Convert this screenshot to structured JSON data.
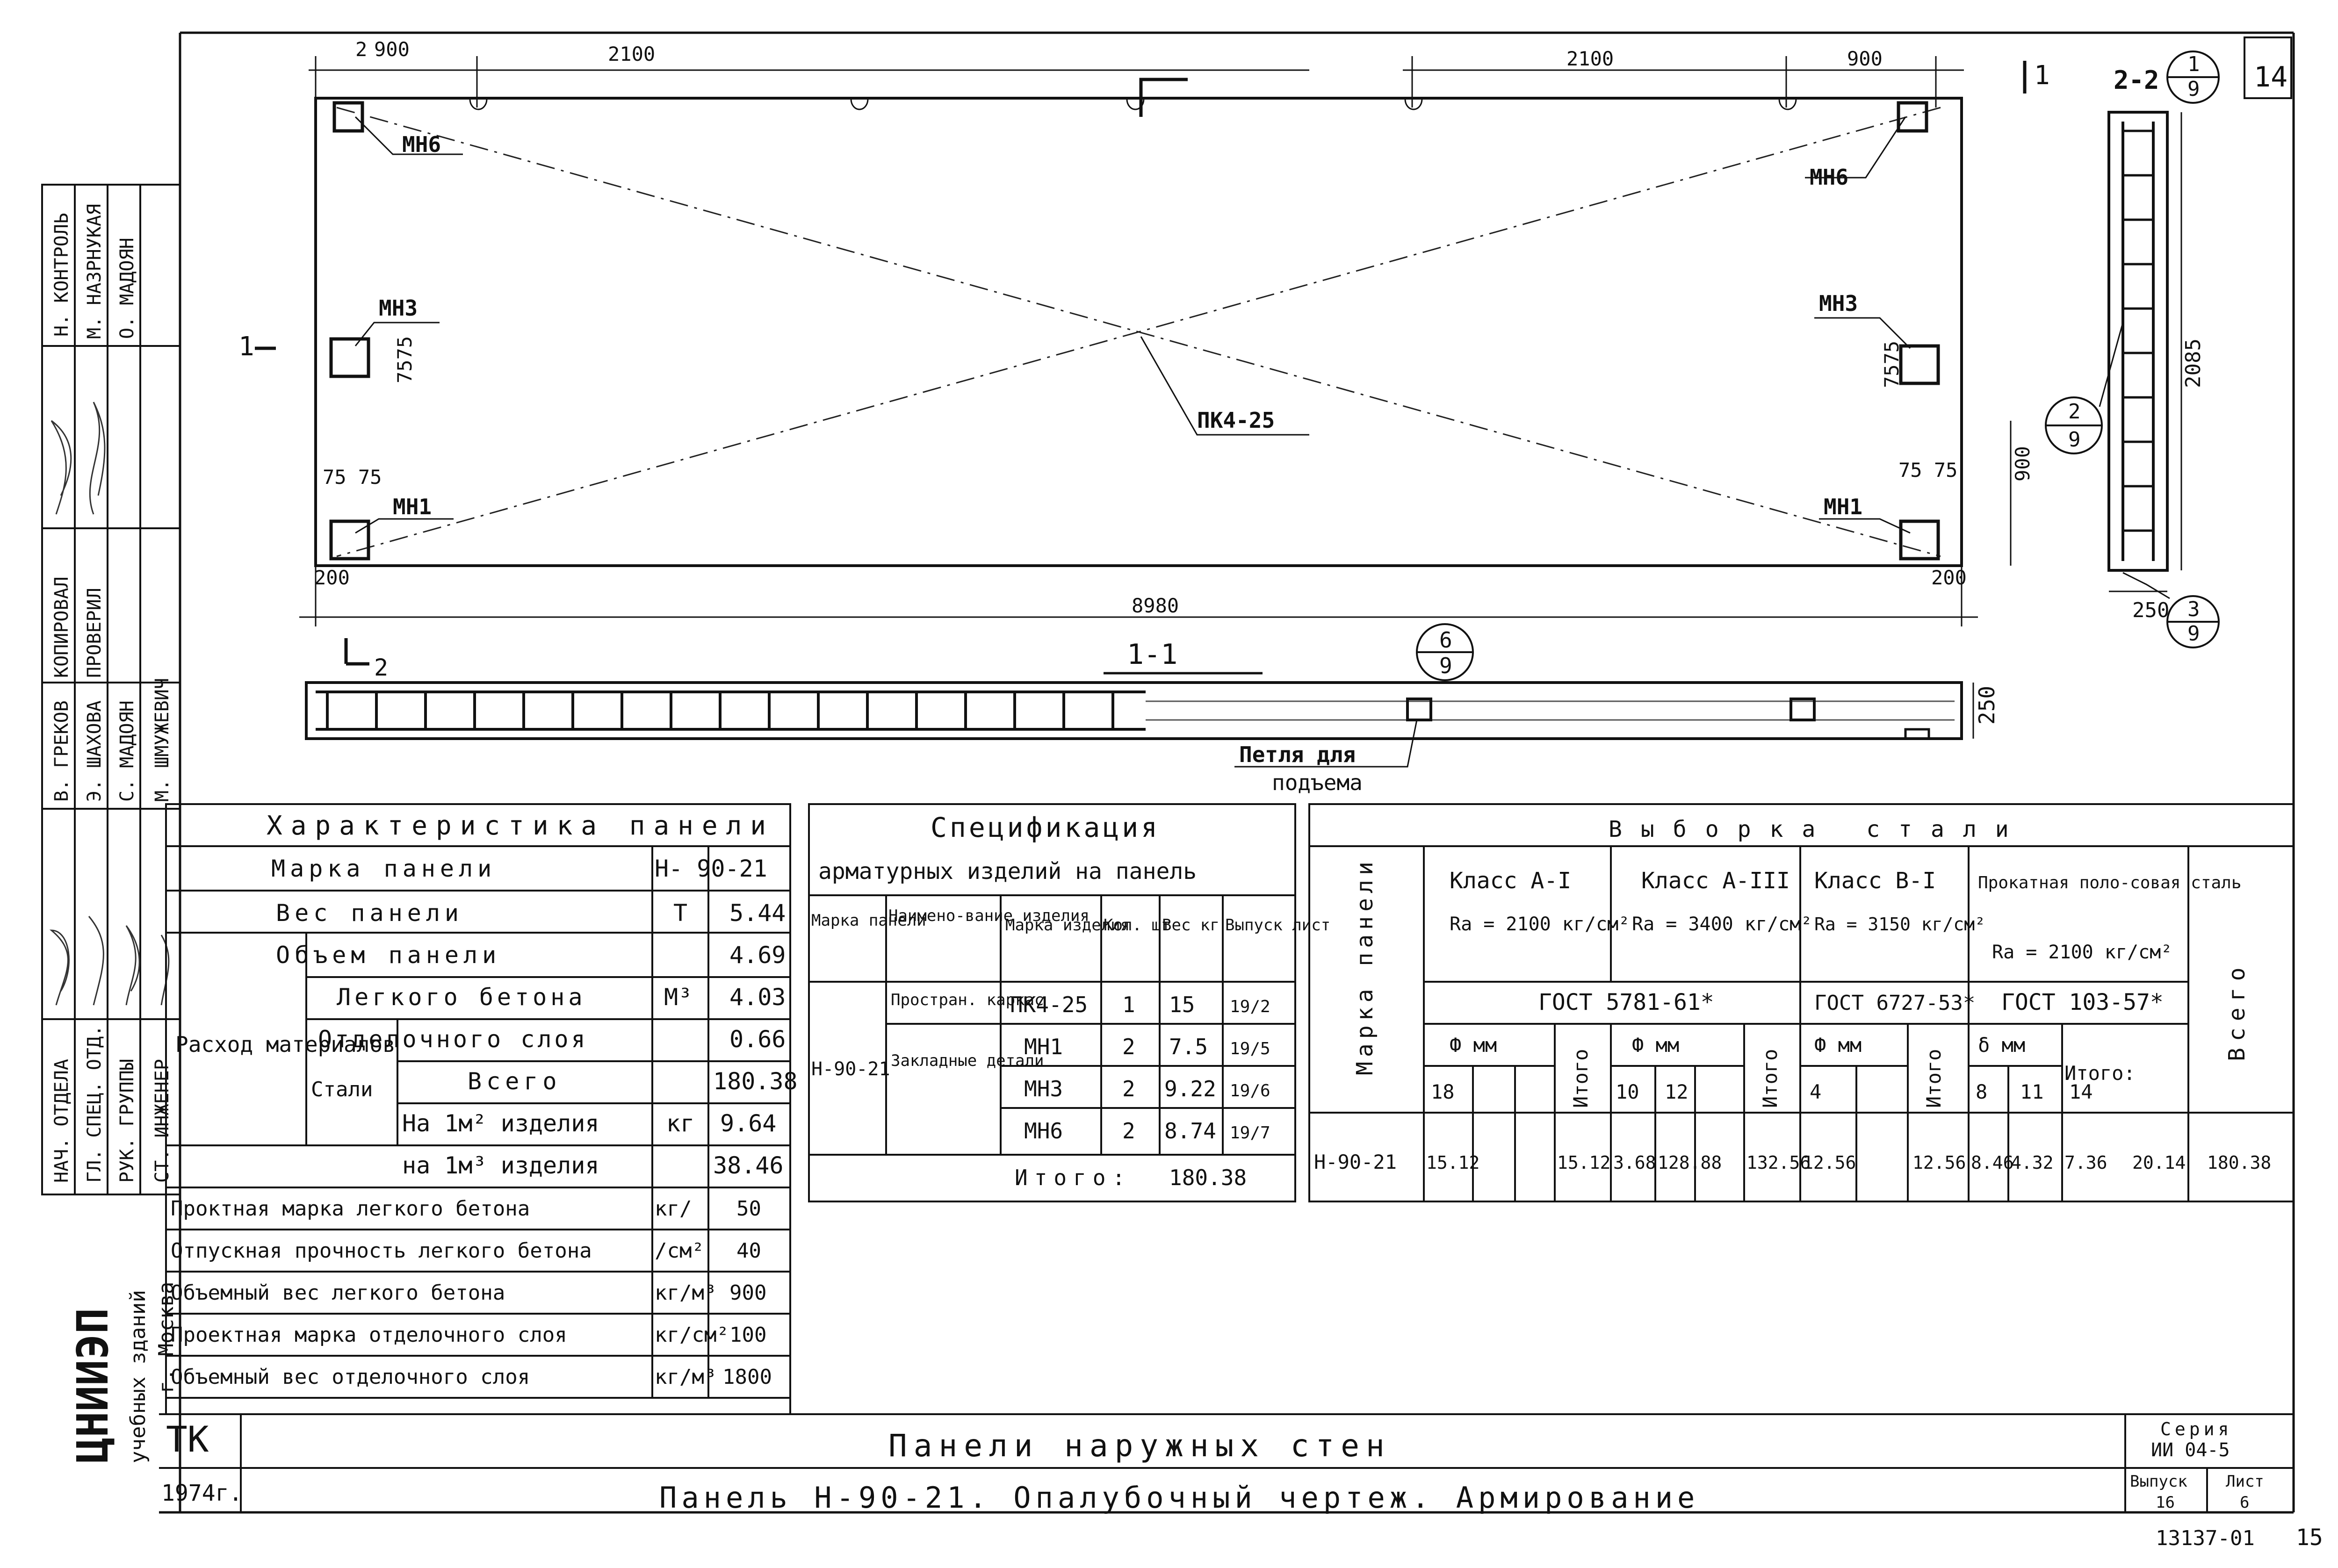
{
  "drawing": {
    "dims_top_left": [
      "2",
      "900",
      "2100"
    ],
    "dims_top_right": [
      "2100",
      "900"
    ],
    "total_length": "8980",
    "corner_200_left": "200",
    "corner_200_right": "200",
    "dim_75_left": "75 75",
    "dim_75_right": "75 75",
    "dim_75_vert": "7575",
    "dim_900_vert": "900",
    "section_mark_1": "1",
    "section_mark_2": "2",
    "item_labels": {
      "mn6_left": "МН6",
      "mn6_right": "МН6",
      "mn3_left": "МН3",
      "mn3_right": "МН3",
      "mn1_left": "МН1",
      "mn1_right": "МН1",
      "pk": "ПК4-25"
    },
    "section_1_1": "1-1",
    "section_2_2": "2-2",
    "loop_label_1": "Петля для",
    "loop_label_2": "подъема",
    "dim_250_section": "250",
    "dim_2085": "2085",
    "dim_250_bottom": "250",
    "callout_6": "6",
    "callout_9a": "9",
    "callout_2": "2",
    "callout_9b": "9",
    "callout_1": "1",
    "callout_9c": "9",
    "callout_3": "3",
    "callout_9d": "9",
    "corner_num": "14"
  },
  "stamp_side": {
    "roles": [
      "Н. КОНТРОЛЬ",
      "КОПИРОВАЛ",
      "ПРОВЕРИЛ",
      "НАЧ. ОТДЕЛА",
      "ГЛ. СПЕЦ. ОТД.",
      "РУК. ГРУППЫ",
      "СТ. ИНЖЕНЕР"
    ],
    "names": [
      "М. НАЗРНУКАЯ",
      "О. МАДОЯН",
      "В. ГРЕКОВ",
      "Э. ШАХОВА",
      "С. МАДОЯН",
      "М. ШМУЖЕВИЧ"
    ],
    "org_1": "ЦНИИЭП",
    "org_2": "учебных зданий",
    "org_3": "г. Москва"
  },
  "characteristics": {
    "title": "Характеристика панели",
    "rows": [
      [
        "Марка панели",
        "",
        "Н- 90-21"
      ],
      [
        "Вес панели",
        "Т",
        "5.44"
      ],
      [
        "Объем панели",
        "",
        "4.69"
      ]
    ],
    "materials_group": "Расход материалов",
    "light_concrete": "Легкого бетона",
    "light_concrete_unit": "М³",
    "light_concrete_val": "4.03",
    "finish_layer": "Отделочного слоя",
    "finish_layer_val": "0.66",
    "steel": "Стали",
    "steel_total": "Всего",
    "steel_total_val": "180.38",
    "steel_m2": "На 1м² изделия",
    "steel_m2_unit": "кг",
    "steel_m2_val": "9.64",
    "steel_m3": "на 1м³ изделия",
    "steel_m3_val": "38.46",
    "extra_rows": [
      [
        "Проктная марка легкого бетона",
        "кг/",
        "50"
      ],
      [
        "Отпускная прочность легкого бетона",
        "/см²",
        "40"
      ],
      [
        "Объемный вес легкого бетона",
        "кг/м³",
        "900"
      ],
      [
        "Проектная марка отделочного слоя",
        "кг/см²",
        "100"
      ],
      [
        "Объемный вес отделочного слоя",
        "кг/м³",
        "1800"
      ]
    ]
  },
  "specification": {
    "title_1": "Спецификация",
    "title_2": "арматурных изделий на панель",
    "headers": [
      "Марка панели",
      "Наимено-вание изделия",
      "Марка изделия",
      "Кол. шт",
      "Вес кг",
      "Выпуск лист"
    ],
    "panel": "Н-90-21",
    "group_1": "Простран. каркас",
    "group_2": "Закладные детали",
    "rows": [
      [
        "ПК4-25",
        "1",
        "15",
        "19/2"
      ],
      [
        "МН1",
        "2",
        "7.5",
        "19/5"
      ],
      [
        "МН3",
        "2",
        "9.22",
        "19/6"
      ],
      [
        "МН6",
        "2",
        "8.74",
        "19/7"
      ]
    ],
    "total_label": "Итого:",
    "total_value": "180.38"
  },
  "steel_selection": {
    "title": "Выборка стали",
    "col_panel": "Марка панели",
    "class_1": "Класс А-I",
    "class_1_ra": "Ra = 2100 кг/см²",
    "class_2": "Класс А-III",
    "class_2_ra": "Ra = 3400 кг/см²",
    "class_3": "Класс В-I",
    "class_3_ra": "Ra = 3150 кг/см²",
    "class_4": "Прокатная поло-совая сталь",
    "class_4_ra": "Ra = 2100 кг/см²",
    "gost_1": "ГОСТ 5781-61*",
    "gost_2": "ГОСТ 6727-53*",
    "gost_3": "ГОСТ 103-57*",
    "phi": "Ф мм",
    "delta": "δ мм",
    "itogo": "Итого",
    "itogo_colon": "Итого:",
    "vsego": "Всего",
    "d_18": "18",
    "d_10": "10",
    "d_12": "12",
    "d_4": "4",
    "d_8": "8",
    "d_11": "11",
    "d_14": "14",
    "row_panel": "Н-90-21",
    "values": [
      "15.12",
      "15.12",
      "3.68",
      "128.88",
      "132.56",
      "12.56",
      "12.56",
      "8.46",
      "4.32",
      "7.36",
      "20.14",
      "180.38"
    ]
  },
  "title_block": {
    "tk": "ТК",
    "year": "1974г.",
    "title_1": "Панели наружных стен",
    "title_2": "Панель Н-90-21. Опалубочный чертеж. Армирование",
    "series_label": "Серия",
    "series_value": "ИИ 04-5",
    "issue_label": "Выпуск",
    "issue_value": "16",
    "sheet_label": "Лист",
    "sheet_value": "6",
    "doc_number": "13137-01",
    "page_number": "15"
  }
}
